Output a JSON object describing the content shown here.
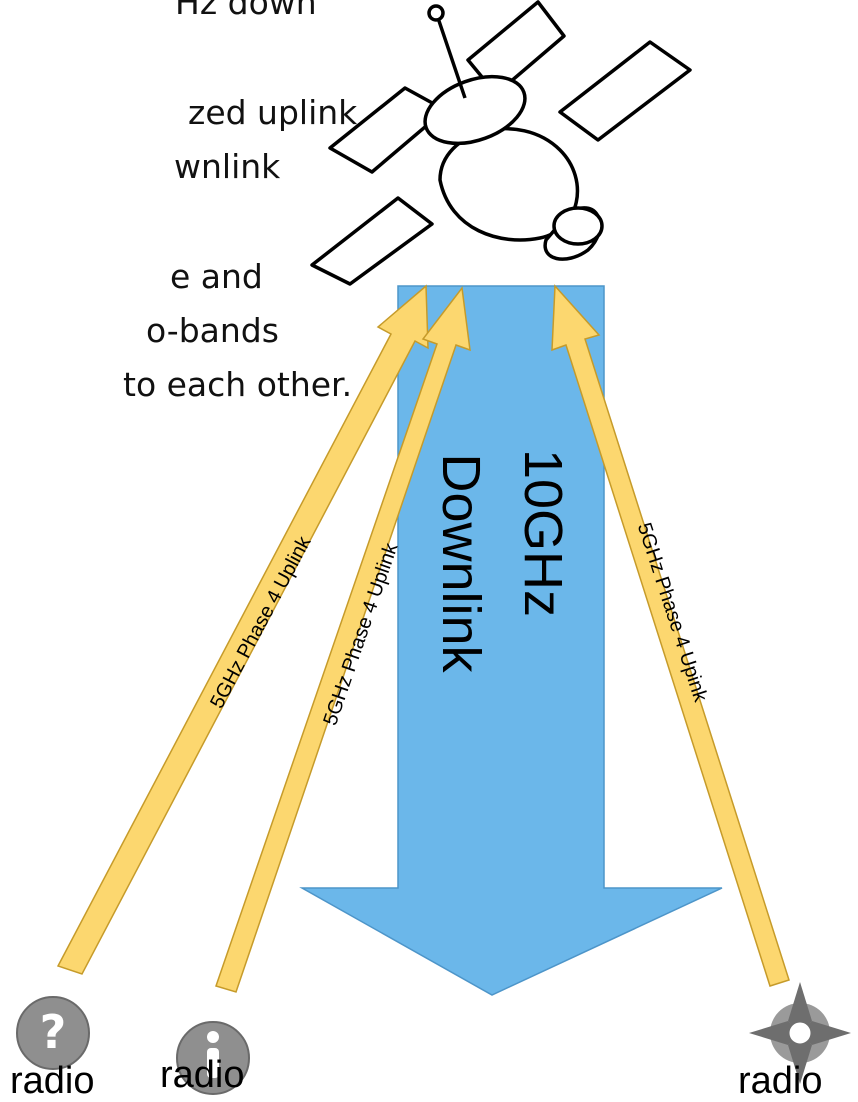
{
  "text_lines": [
    "Hz down",
    "zed uplink",
    "wnlink",
    "e and",
    "o-bands",
    "to each other."
  ],
  "downlink": {
    "line1": "10GHz",
    "line2": "Downlink",
    "color": "#6bb7ea"
  },
  "uplinks": [
    {
      "label": "5GHz Phase 4 Uplink"
    },
    {
      "label": "5GHz Phase 4 Uplink"
    },
    {
      "label": "5GHz Phase 4 Upink"
    }
  ],
  "uplink_fill": "#fcd76f",
  "uplink_stroke": "#c69b2a",
  "radios": [
    {
      "icon": "help-icon",
      "glyph": "?",
      "label": "radio"
    },
    {
      "icon": "info-icon",
      "glyph": "i",
      "label": "radio"
    },
    {
      "icon": "compass-icon",
      "glyph": "",
      "label": "radio"
    }
  ]
}
